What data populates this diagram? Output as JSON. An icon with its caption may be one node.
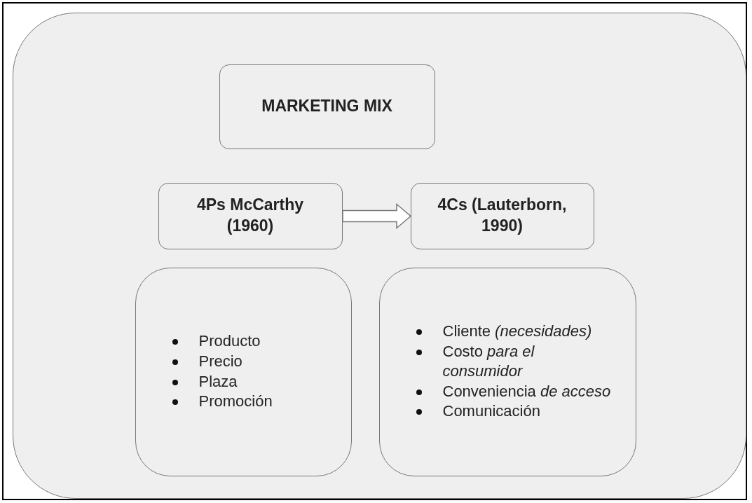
{
  "diagram": {
    "nodes": [
      {
        "text": [],
        "shape": "box"
      },
      {
        "text": [
          "MARKETING MIX"
        ],
        "in": 0
      },
      {
        "text": [
          "4Ps McCarthy (1960)"
        ],
        "in": 0
      },
      {
        "text": [
          "4Cs (Lauterborn, 1990)"
        ],
        "in": 0
      },
      {
        "text": [
          "Producto",
          "Precio",
          "Plaza",
          "Promoción"
        ],
        "in": 0
      },
      {
        "text": [
          "Cliente *(necesidades)*",
          "Costo *para el consumidor*",
          "Conveniencia *de acceso*",
          "Comunicación"
        ],
        "in": 0
      }
    ],
    "edges": [
      {
        "from": 2,
        "to": 3,
        "arrow": "to",
        "style": "thick"
      }
    ]
  }
}
